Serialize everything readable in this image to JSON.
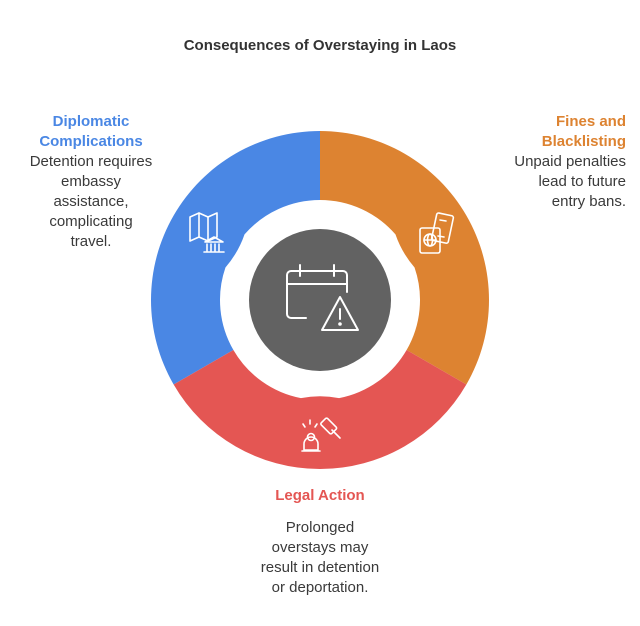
{
  "title": "Consequences of Overstaying in Laos",
  "colors": {
    "diplomatic": "#4a87e4",
    "fines": "#dd8331",
    "legal": "#e45653",
    "center": "#626262",
    "icon_stroke": "#ffffff"
  },
  "segments": [
    {
      "id": "diplomatic",
      "title_lines": [
        "Diplomatic",
        "Complications"
      ],
      "body_lines": [
        "Detention requires",
        "embassy",
        "assistance,",
        "complicating",
        "travel."
      ],
      "icon": "map-bank-icon"
    },
    {
      "id": "fines",
      "title_lines": [
        "Fines and",
        "Blacklisting"
      ],
      "body_lines": [
        "Unpaid penalties",
        "lead to future",
        "entry bans."
      ],
      "icon": "passport-ticket-icon"
    },
    {
      "id": "legal",
      "title_lines": [
        "Legal Action"
      ],
      "body_lines": [
        "Prolonged",
        "overstays may",
        "result in detention",
        "or deportation."
      ],
      "icon": "gavel-person-icon"
    }
  ],
  "center_icon": "calendar-warning-icon"
}
